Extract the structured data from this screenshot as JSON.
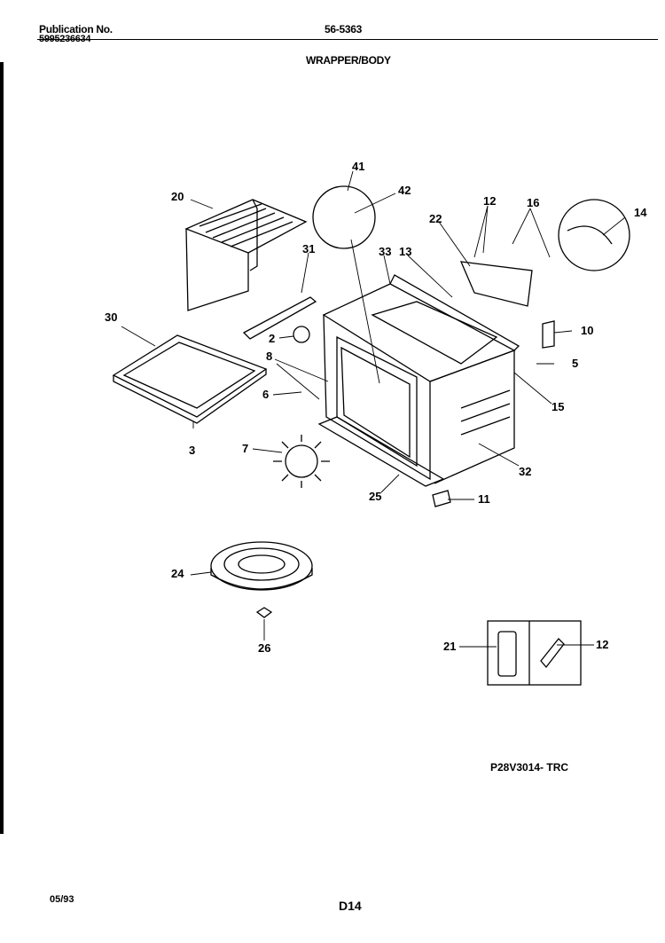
{
  "header": {
    "publication_label": "Publication No.",
    "publication_number": "5995236634",
    "model_number": "56-5363",
    "section_title": "WRAPPER/BODY"
  },
  "callouts": [
    "41",
    "42",
    "20",
    "12",
    "16",
    "14",
    "31",
    "22",
    "33",
    "13",
    "30",
    "2",
    "8",
    "10",
    "5",
    "6",
    "15",
    "3",
    "7",
    "32",
    "25",
    "11",
    "24",
    "26",
    "21",
    "12"
  ],
  "figure_code": "P28V3014- TRC",
  "footer": {
    "date": "05/93",
    "page": "D14"
  }
}
